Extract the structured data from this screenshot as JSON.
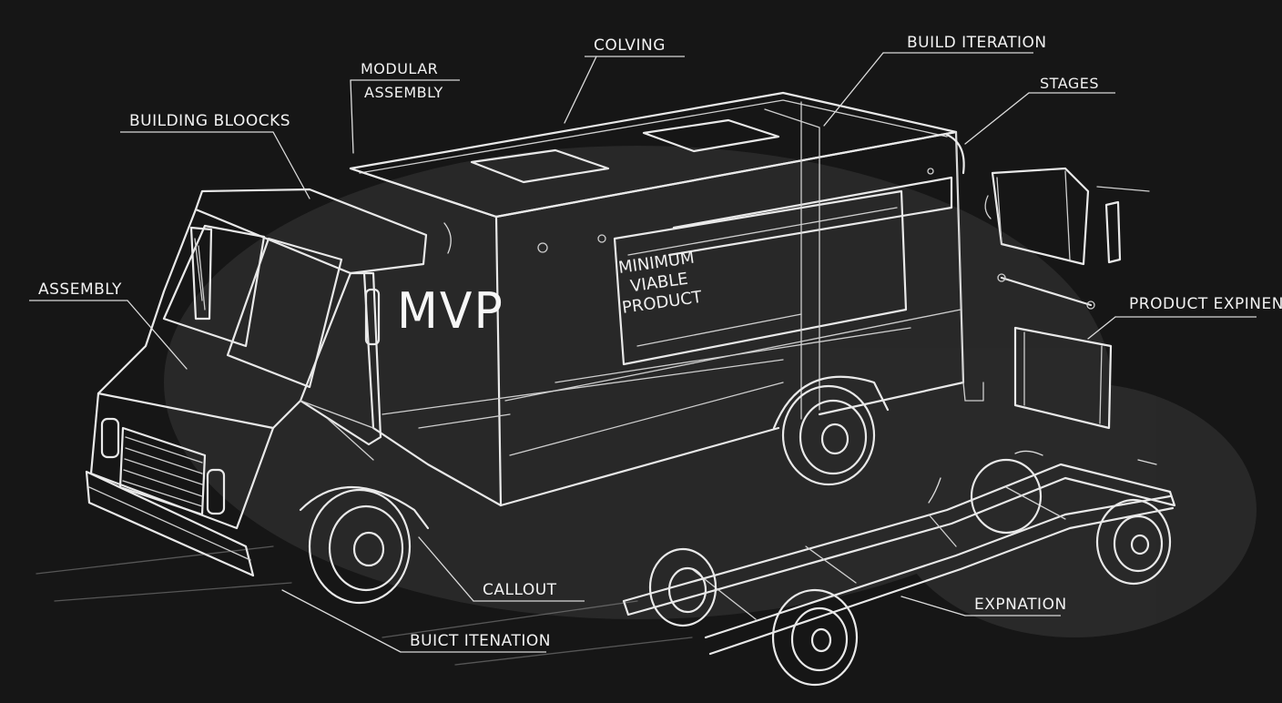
{
  "labels": {
    "colving": "COLVING",
    "build_iteration": "BUILD ITERATION",
    "modular_line1": "MODULAR",
    "modular_line2": "ASSEMBLY",
    "stages": "STAGES",
    "building_blocks": "BUILDING BLOOCKS",
    "assembly": "ASSEMBLY",
    "product_expansions": "PRODUCT EXPINENS",
    "callout": "CALLOUT",
    "expnation": "EXPNATION",
    "built_iteration": "BUICT ITENATION"
  },
  "truck": {
    "side_text": "MVP",
    "panel_line1": "MINIMUM",
    "panel_line2": "VIABLE",
    "panel_line3": "PRODUCT"
  },
  "colors": {
    "background": "#161616",
    "chalk": "#e9e9e9"
  }
}
